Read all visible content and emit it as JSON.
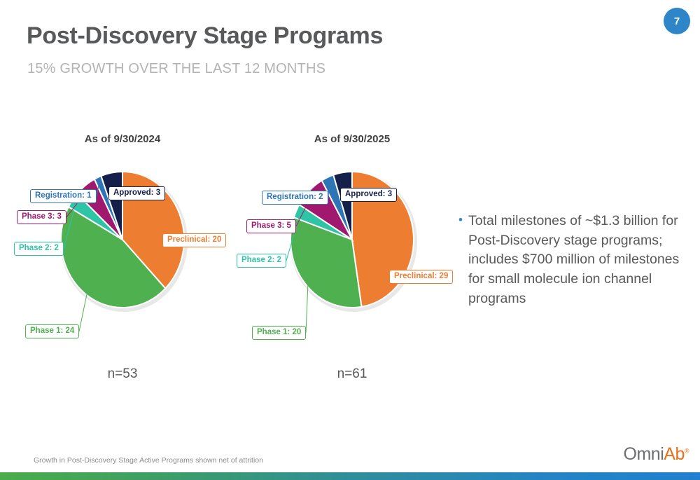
{
  "slide": {
    "title": "Post-Discovery Stage Programs",
    "subtitle": "15% GROWTH OVER THE LAST 12 MONTHS",
    "page_number": "7",
    "footnote": "Growth in Post-Discovery Stage Active Programs shown net of attrition",
    "logo": {
      "part1": "Omni",
      "part2": "Ab",
      "mark": "®"
    },
    "accent_color": "#2e86c8"
  },
  "bullets": [
    {
      "marker": "•",
      "text": "Total milestones of ~$1.3 billion for Post-Discovery stage programs; includes $700 million of milestones for small molecule ion channel programs"
    }
  ],
  "chart_data": [
    {
      "type": "pie",
      "title": "As of 9/30/2024",
      "total_label": "n=53",
      "total": 53,
      "categories": [
        "Preclinical",
        "Phase 1",
        "Phase 2",
        "Phase 3",
        "Registration",
        "Approved"
      ],
      "values": [
        20,
        24,
        2,
        3,
        1,
        3
      ],
      "colors": [
        "#ED7D31",
        "#4EB04E",
        "#2EC4A6",
        "#A0196E",
        "#2E75B6",
        "#14204A"
      ],
      "labels": [
        "Preclinical:  20",
        "Phase 1:  24",
        "Phase 2:  2",
        "Phase 3:  3",
        "Registration:  1",
        "Approved:  3"
      ],
      "legend": "callouts",
      "start_angle_deg": 0
    },
    {
      "type": "pie",
      "title": "As of 9/30/2025",
      "total_label": "n=61",
      "total": 61,
      "categories": [
        "Preclinical",
        "Phase 1",
        "Phase 2",
        "Phase 3",
        "Registration",
        "Approved"
      ],
      "values": [
        29,
        20,
        2,
        5,
        2,
        3
      ],
      "colors": [
        "#ED7D31",
        "#4EB04E",
        "#2EC4A6",
        "#A0196E",
        "#2E75B6",
        "#14204A"
      ],
      "labels": [
        "Preclinical:  29",
        "Phase 1:  20",
        "Phase 2:  2",
        "Phase 3:  5",
        "Registration:  2",
        "Approved:  3"
      ],
      "legend": "callouts",
      "start_angle_deg": 0
    }
  ]
}
